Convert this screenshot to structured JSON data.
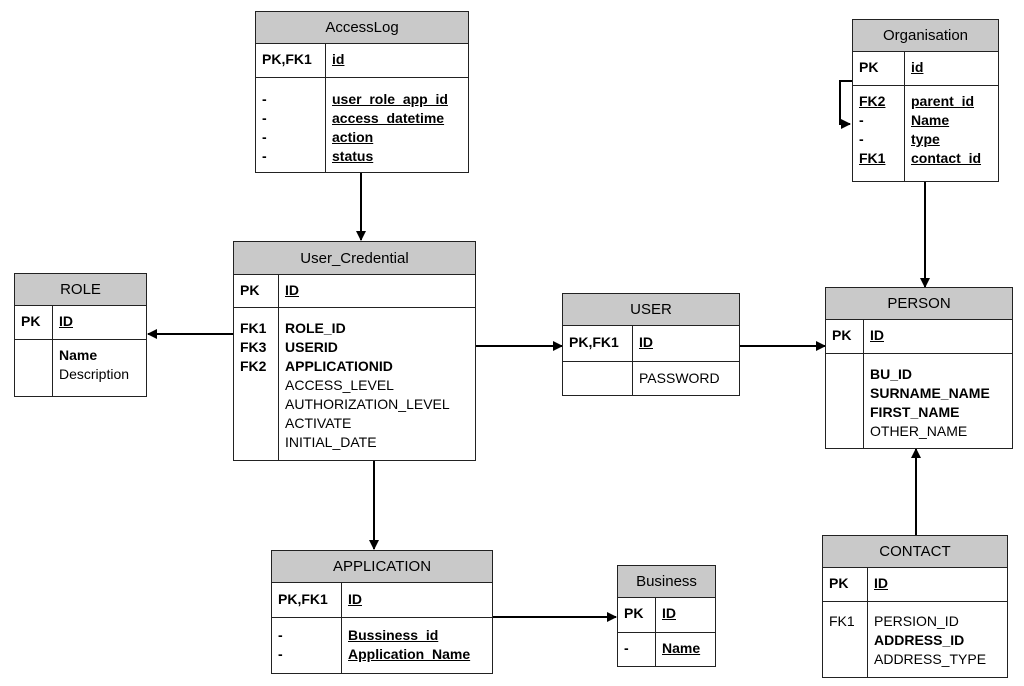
{
  "entities": {
    "accesslog": {
      "title": "AccessLog",
      "pk_keys": [
        "PK,FK1"
      ],
      "pk_fields": [
        "id"
      ],
      "keys": [
        "-",
        "-",
        "-",
        "-"
      ],
      "fields": [
        "user_role_app_id",
        "access_datetime",
        "action",
        "status"
      ]
    },
    "organisation": {
      "title": "Organisation",
      "pk_keys": [
        "PK"
      ],
      "pk_fields": [
        "id"
      ],
      "keys": [
        "FK2",
        "-",
        "-",
        "FK1"
      ],
      "fields": [
        "parent_id",
        "Name",
        "type",
        "contact_id"
      ]
    },
    "role": {
      "title": "ROLE",
      "pk_keys": [
        "PK"
      ],
      "pk_fields": [
        "ID"
      ],
      "keys": [
        "",
        ""
      ],
      "fields": [
        "Name",
        "Description"
      ]
    },
    "user_credential": {
      "title": "User_Credential",
      "pk_keys": [
        "PK"
      ],
      "pk_fields": [
        "ID"
      ],
      "keys": [
        "FK1",
        "FK3",
        "FK2",
        "",
        "",
        "",
        ""
      ],
      "fields": [
        "ROLE_ID",
        "USERID",
        "APPLICATIONID",
        "ACCESS_LEVEL",
        "AUTHORIZATION_LEVEL",
        "ACTIVATE",
        "INITIAL_DATE"
      ]
    },
    "user": {
      "title": "USER",
      "pk_keys": [
        "PK,FK1"
      ],
      "pk_fields": [
        "ID"
      ],
      "keys": [
        ""
      ],
      "fields": [
        "PASSWORD"
      ]
    },
    "person": {
      "title": "PERSON",
      "pk_keys": [
        "PK"
      ],
      "pk_fields": [
        "ID"
      ],
      "keys": [
        "",
        "",
        "",
        ""
      ],
      "fields": [
        "BU_ID",
        "SURNAME_NAME",
        "FIRST_NAME",
        "OTHER_NAME"
      ]
    },
    "application": {
      "title": "APPLICATION",
      "pk_keys": [
        "PK,FK1"
      ],
      "pk_fields": [
        "ID"
      ],
      "keys": [
        "-",
        "-"
      ],
      "fields": [
        "Bussiness_id",
        "Application_Name"
      ]
    },
    "business": {
      "title": "Business",
      "pk_keys": [
        "PK"
      ],
      "pk_fields": [
        "ID"
      ],
      "keys": [
        "-"
      ],
      "fields": [
        "Name"
      ]
    },
    "contact": {
      "title": "CONTACT",
      "pk_keys": [
        "PK"
      ],
      "pk_fields": [
        "ID"
      ],
      "keys": [
        "FK1",
        "",
        ""
      ],
      "fields": [
        "PERSION_ID",
        "ADDRESS_ID",
        "ADDRESS_TYPE"
      ]
    }
  },
  "colors": {
    "header_fill": "#c9c9c9",
    "border": "#222222",
    "line": "#000000"
  }
}
